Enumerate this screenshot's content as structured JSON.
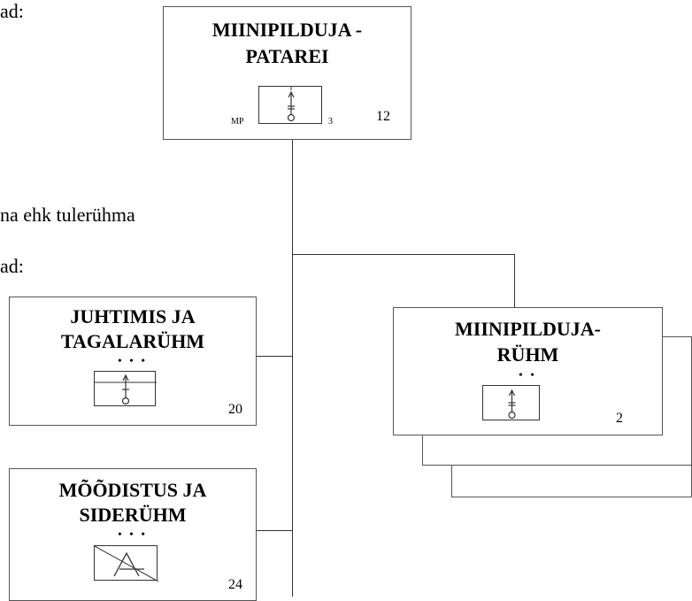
{
  "fragments": {
    "top": "ad:",
    "middle": "na ehk tulerühma",
    "lower": "ad:"
  },
  "boxes": {
    "battery": {
      "title_lines": [
        "MIINIPILDUJA -",
        "PATAREI"
      ],
      "symbol_left_label": "MP",
      "symbol_right_label": "3",
      "number": "12"
    },
    "command": {
      "title_lines": [
        "JUHTIMIS JA",
        "TAGALARÜHM"
      ],
      "dots": "• • •",
      "number": "20"
    },
    "survey": {
      "title_lines": [
        "MÕÕDISTUS JA",
        "SIDERÜHM"
      ],
      "dots": "• • •",
      "number": "24"
    },
    "platoon": {
      "title_lines": [
        "MIINIPILDUJA-",
        "RÜHM"
      ],
      "dots": "• •",
      "number": "2"
    }
  },
  "icons": {
    "mortar": "mortar-symbol-icon",
    "survey": "survey-signal-symbol-icon"
  }
}
